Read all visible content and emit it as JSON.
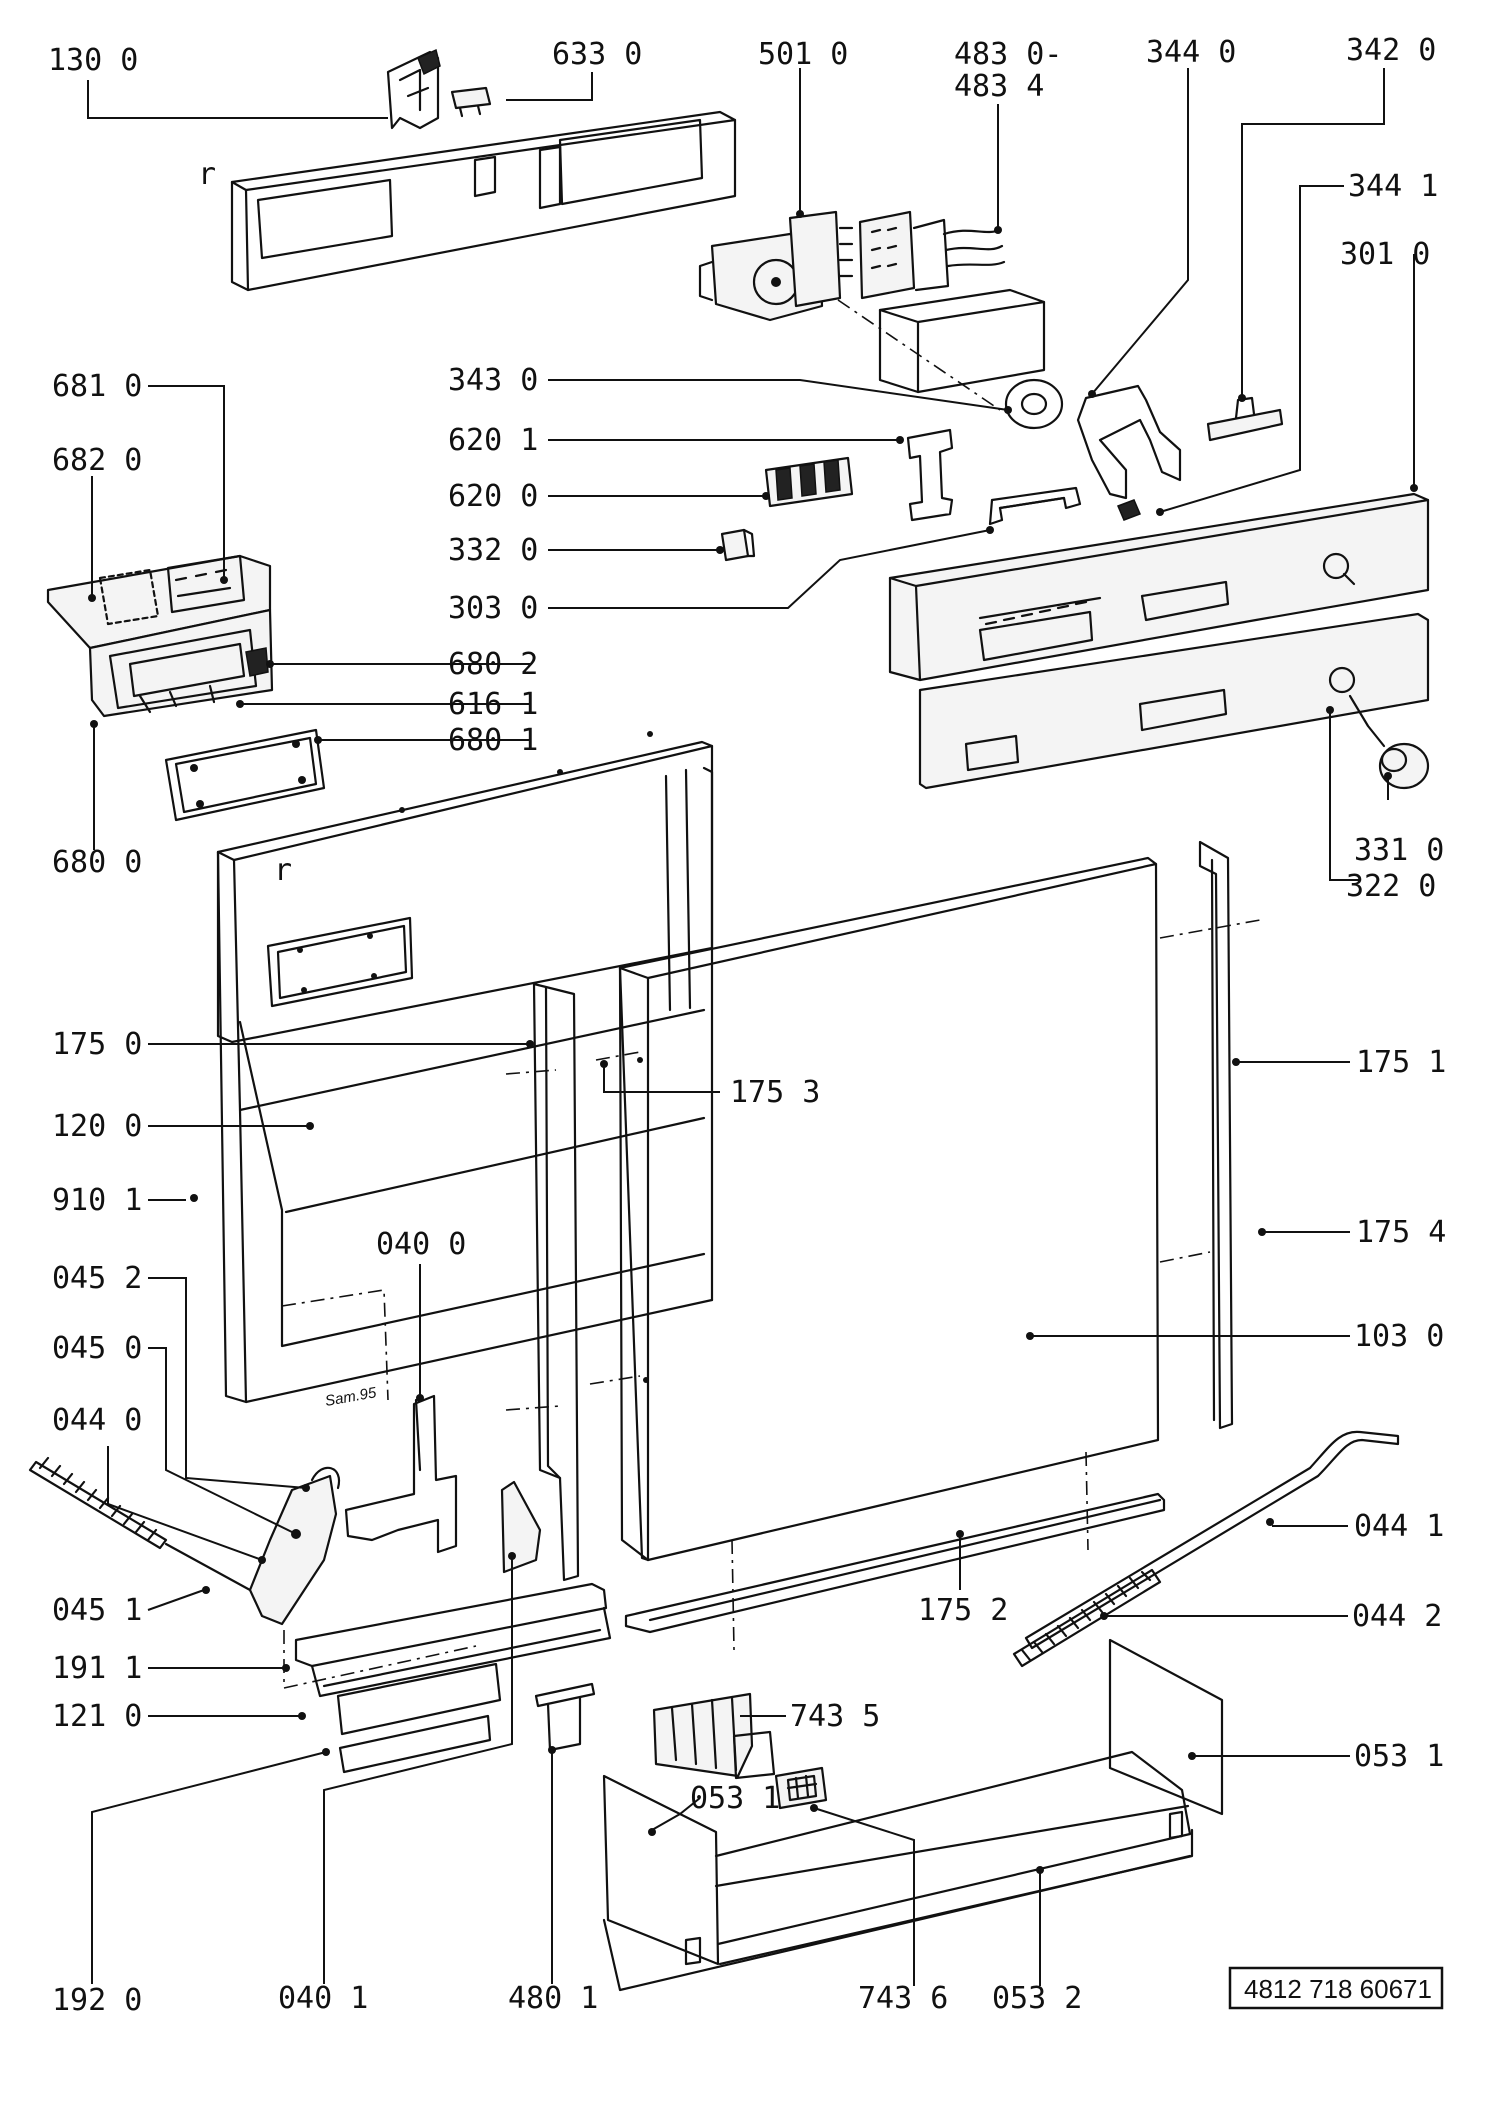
{
  "document_ref": "4812 718 60671",
  "side_marks": [
    "r",
    "r"
  ],
  "small_note": "Sam.95",
  "labels": {
    "p130_0": "130 0",
    "p633_0": "633 0",
    "p501_0": "501 0",
    "p483_0": "483 0-",
    "p483_4": "483 4",
    "p344_0": "344 0",
    "p342_0": "342 0",
    "p344_1": "344 1",
    "p301_0": "301 0",
    "p681_0": "681 0",
    "p682_0": "682 0",
    "p343_0": "343 0",
    "p620_1": "620 1",
    "p620_0": "620 0",
    "p332_0": "332 0",
    "p303_0": "303 0",
    "p680_2": "680 2",
    "p616_1": "616 1",
    "p680_1": "680 1",
    "p680_0": "680 0",
    "p331_0": "331 0",
    "p322_0": "322 0",
    "p175_0": "175 0",
    "p175_3": "175 3",
    "p175_1": "175 1",
    "p120_0": "120 0",
    "p910_1": "910 1",
    "p040_0": "040 0",
    "p175_4": "175 4",
    "p045_2": "045 2",
    "p103_0": "103 0",
    "p045_0": "045 0",
    "p044_0": "044 0",
    "p044_1": "044 1",
    "p045_1": "045 1",
    "p175_2": "175 2",
    "p044_2": "044 2",
    "p191_1": "191 1",
    "p121_0": "121 0",
    "p743_5": "743 5",
    "p053_1a": "053 1",
    "p053_1b": "053 1",
    "p192_0": "192 0",
    "p040_1": "040 1",
    "p480_1": "480 1",
    "p743_6": "743 6",
    "p053_2": "053 2"
  }
}
